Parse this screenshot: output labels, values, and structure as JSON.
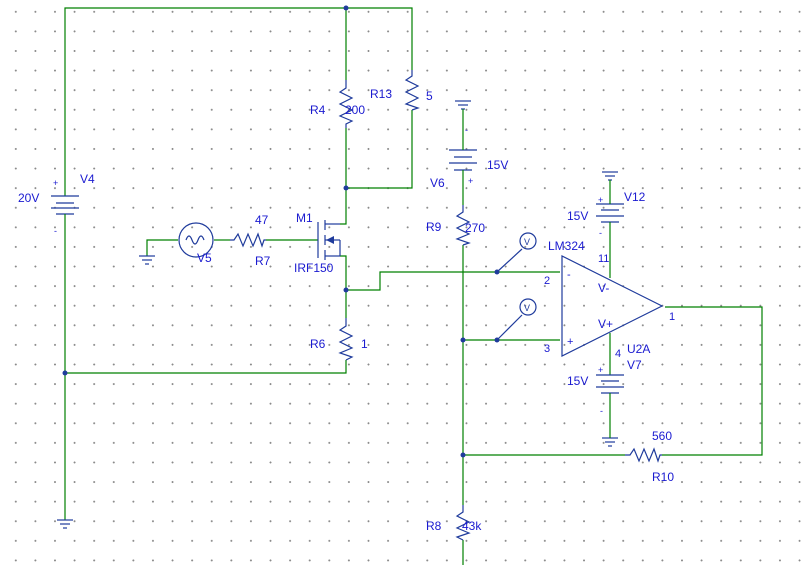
{
  "colors": {
    "wire": "#008000",
    "component": "#1f3b9c",
    "label": "#1a1ad0",
    "grid_dot": "#8a8a8a",
    "background": "#ffffff"
  },
  "components": {
    "V4": {
      "name": "V4",
      "value": "20V"
    },
    "V5": {
      "name": "V5"
    },
    "V6": {
      "name": "V6",
      "value": "15V"
    },
    "V7": {
      "name": "V7",
      "value": "15V"
    },
    "V12": {
      "name": "V12",
      "value": "15V"
    },
    "R4": {
      "name": "R4",
      "value": "200"
    },
    "R13": {
      "name": "R13",
      "value": "5"
    },
    "R7": {
      "name": "R7",
      "value": "47"
    },
    "R6": {
      "name": "R6",
      "value": "1"
    },
    "R9": {
      "name": "R9",
      "value": "270"
    },
    "R10": {
      "name": "R10",
      "value": "560"
    },
    "R8": {
      "name": "R8",
      "value": "43k"
    },
    "M1": {
      "name": "M1",
      "part": "IRF150"
    },
    "U2A": {
      "name": "U2A",
      "part": "LM324"
    }
  },
  "opamp_pins": {
    "inv": "2",
    "noninv": "3",
    "out": "1",
    "vcc": "11",
    "vee": "4",
    "vminus": "V-",
    "vplus": "V+",
    "minus_sign": "-",
    "plus_sign": "+"
  },
  "polarity": {
    "plus": "+",
    "minus": "-"
  },
  "probe_label": "V"
}
